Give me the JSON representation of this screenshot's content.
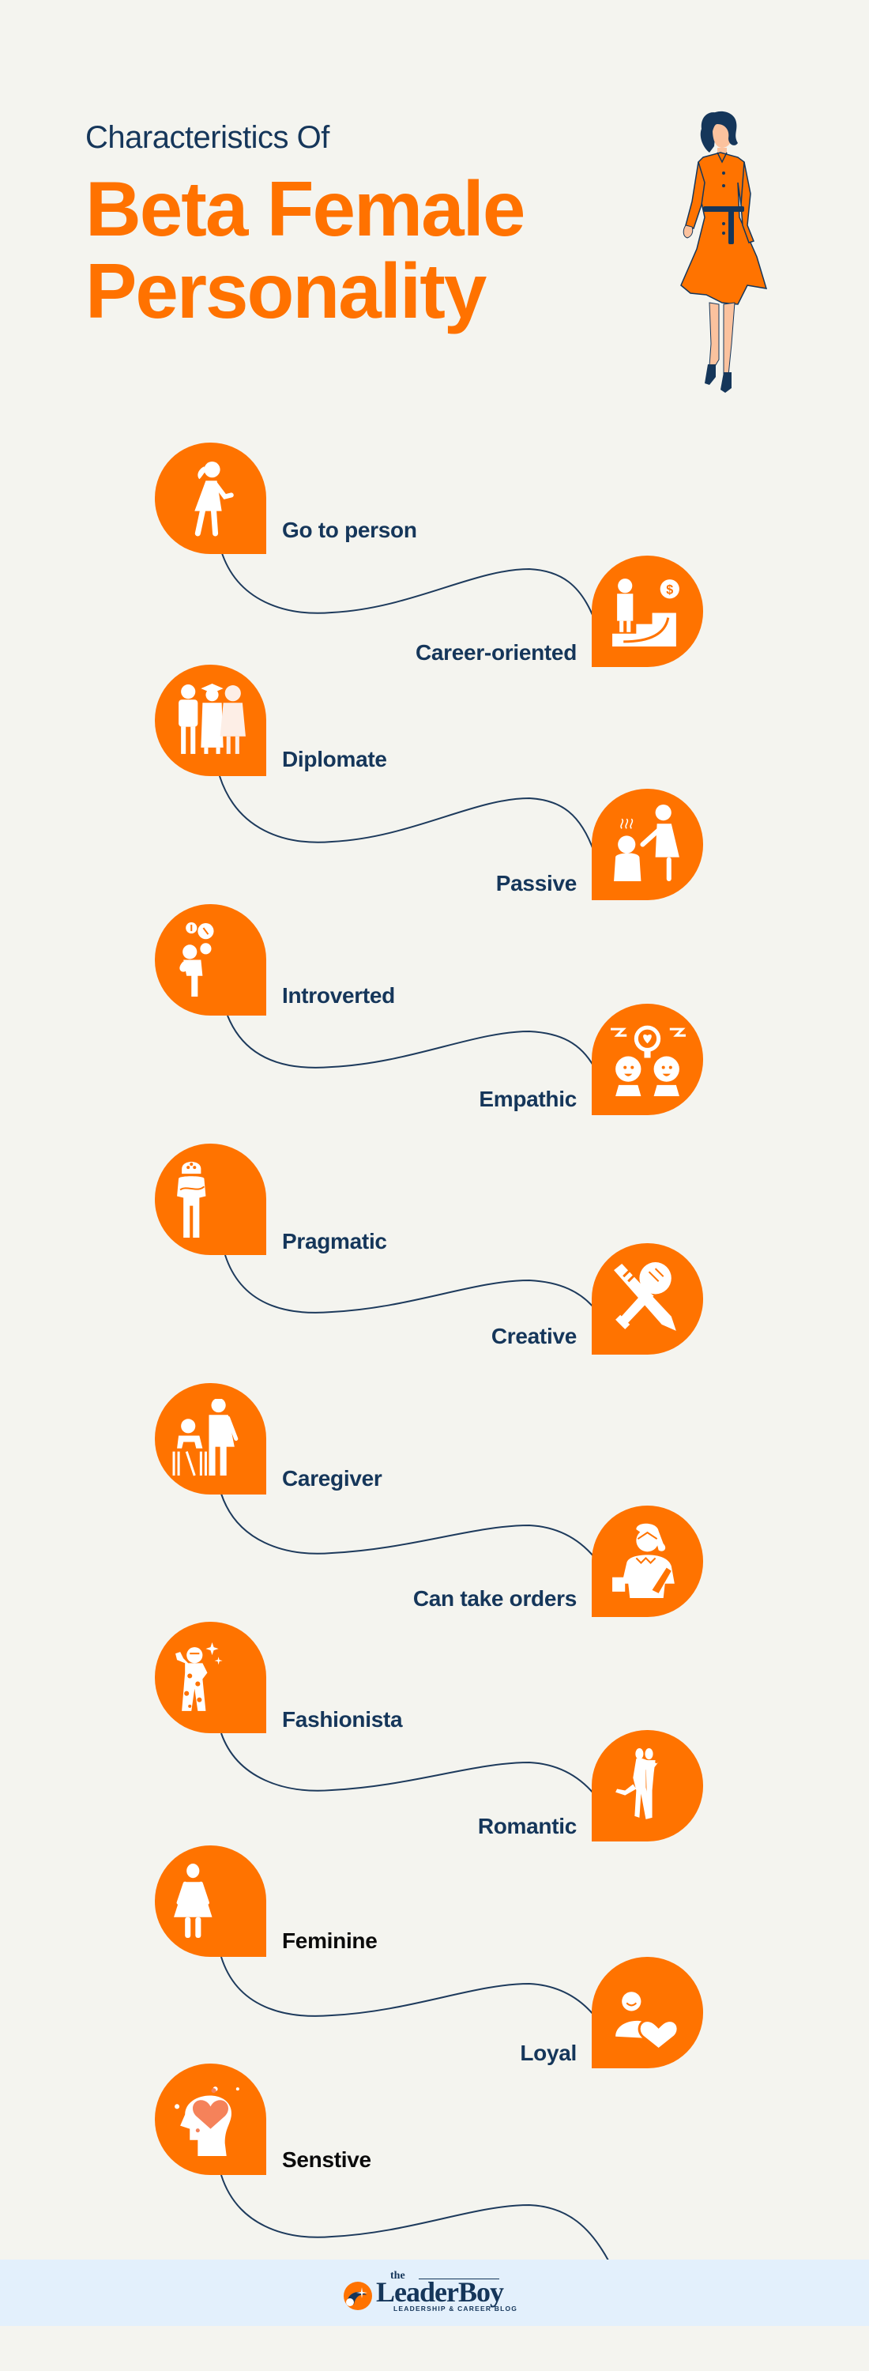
{
  "header": {
    "subtitle": "Characteristics Of",
    "title_line1": "Beta Female",
    "title_line2": "Personality",
    "hero_illustration": "woman-in-orange-dress-illustration"
  },
  "colors": {
    "background": "#f4f4ef",
    "accent_orange": "#ff7300",
    "navy": "#15365a",
    "label_black": "#0b0b0b",
    "footer_band": "#e3f0fc",
    "connector": "#1d3a5c"
  },
  "traits": [
    {
      "label": "Go to person",
      "side": "left",
      "icon": "walking-girl-icon"
    },
    {
      "label": "Career-oriented",
      "side": "right",
      "icon": "career-stairs-dollar-icon"
    },
    {
      "label": "Diplomate",
      "side": "left",
      "icon": "graduate-family-icon"
    },
    {
      "label": "Passive",
      "side": "right",
      "icon": "comforting-person-icon"
    },
    {
      "label": "Introverted",
      "side": "left",
      "icon": "thinking-person-icon"
    },
    {
      "label": "Empathic",
      "side": "right",
      "icon": "couple-heart-bulb-icon"
    },
    {
      "label": "Pragmatic",
      "side": "left",
      "icon": "arms-crossed-gear-head-icon"
    },
    {
      "label": "Creative",
      "side": "right",
      "icon": "pencil-bulb-icon"
    },
    {
      "label": "Caregiver",
      "side": "left",
      "icon": "wheelchair-nurse-icon"
    },
    {
      "label": "Can take orders",
      "side": "right",
      "icon": "waitress-icon"
    },
    {
      "label": "Fashionista",
      "side": "left",
      "icon": "polka-dot-fashion-icon"
    },
    {
      "label": "Romantic",
      "side": "right",
      "icon": "embracing-couple-icon"
    },
    {
      "label": "Feminine",
      "side": "left",
      "icon": "woman-symbol-icon"
    },
    {
      "label": "Loyal",
      "side": "right",
      "icon": "person-heart-icon"
    },
    {
      "label": "Senstive",
      "side": "left",
      "icon": "head-heart-icon"
    }
  ],
  "footer": {
    "brand_prefix": "the",
    "brand_name": "LeaderBoy",
    "tagline": "LEADERSHIP & CAREER BLOG"
  }
}
